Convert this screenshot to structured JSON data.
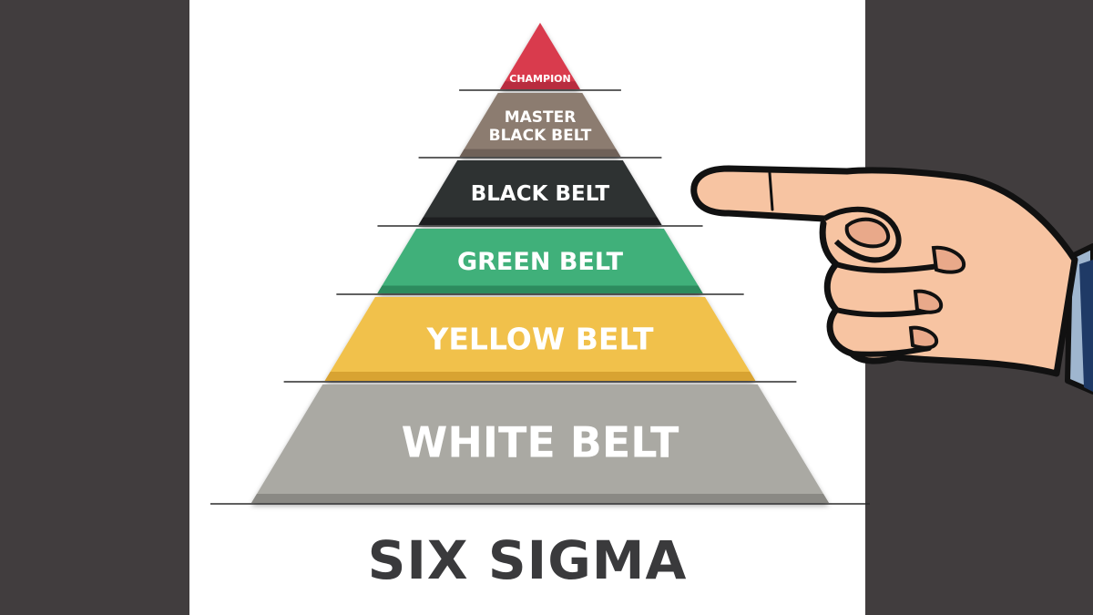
{
  "title": "SIX SIGMA",
  "tiers": [
    {
      "lines": [
        "CHAMPION"
      ],
      "color": "#d93a4e",
      "shade": "#b82c3f"
    },
    {
      "lines": [
        "MASTER",
        "BLACK BELT"
      ],
      "color": "#8c7b70",
      "shade": "#6f6158"
    },
    {
      "lines": [
        "BLACK BELT"
      ],
      "color": "#2f3033",
      "shade": "#1d1e20"
    },
    {
      "lines": [
        "GREEN BELT"
      ],
      "color": "#3fb07a",
      "shade": "#2d8b5e"
    },
    {
      "lines": [
        "YELLOW BELT"
      ],
      "color": "#f1c14c",
      "shade": "#d8a332"
    },
    {
      "lines": [
        "WHITE BELT"
      ],
      "color": "#aaa9a3",
      "shade": "#8a8984"
    }
  ],
  "colors": {
    "background": "#413d3e",
    "panel": "#ffffff",
    "title": "#3a3a3c",
    "skin": "#f7c4a2",
    "outline": "#111111",
    "sleeve": "#1f3a66",
    "cuff": "#9fb6cf"
  },
  "icons": [
    "pointing-hand-icon"
  ]
}
